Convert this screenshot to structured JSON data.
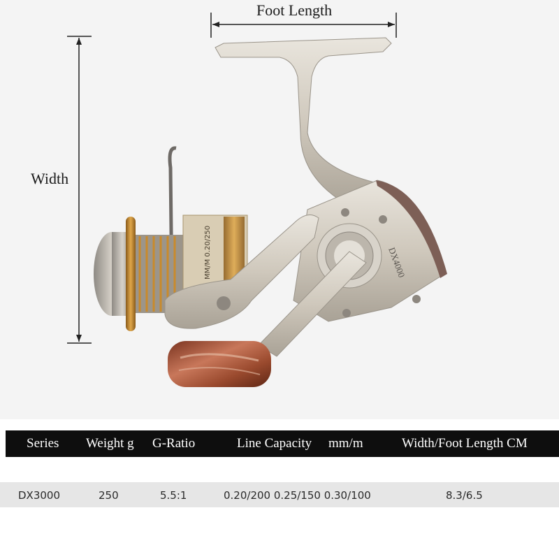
{
  "labels": {
    "foot_length": "Foot Length",
    "width": "Width"
  },
  "product": {
    "model_marking": "DX4000",
    "spool_marking": "MM/M 0.20/250"
  },
  "spec_table": {
    "headers": {
      "series": "Series",
      "weight": "Weight g",
      "ratio": "G-Ratio",
      "line_capacity": "Line Capacity",
      "line_unit": "mm/m",
      "dims": "Width/Foot Length CM"
    },
    "rows": [
      {
        "series": "DX3000",
        "weight": "250",
        "ratio": "5.5:1",
        "line_capacity": "0.20/200 0.25/150 0.30/100",
        "dims": "8.3/6.5"
      }
    ]
  },
  "colors": {
    "header_bg": "#0e0e0e",
    "row_bg": "#e6e6e6",
    "reel_body": "#cfc8bc",
    "spool_gold": "#c98a2c",
    "handle_wood": "#9a4a2e"
  }
}
